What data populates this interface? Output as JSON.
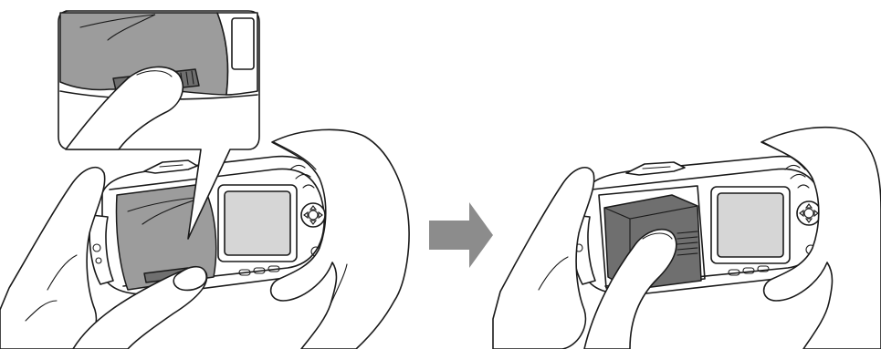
{
  "figure": {
    "panels": [
      {
        "id": "before",
        "description_icon": "camera-battery-cover-slide-open"
      },
      {
        "id": "after",
        "description_icon": "camera-battery-cover-lifted"
      }
    ],
    "arrow_color": "#8c8c8c",
    "cover_color": "#9c9c9c",
    "battery_color": "#6f6f6f"
  }
}
